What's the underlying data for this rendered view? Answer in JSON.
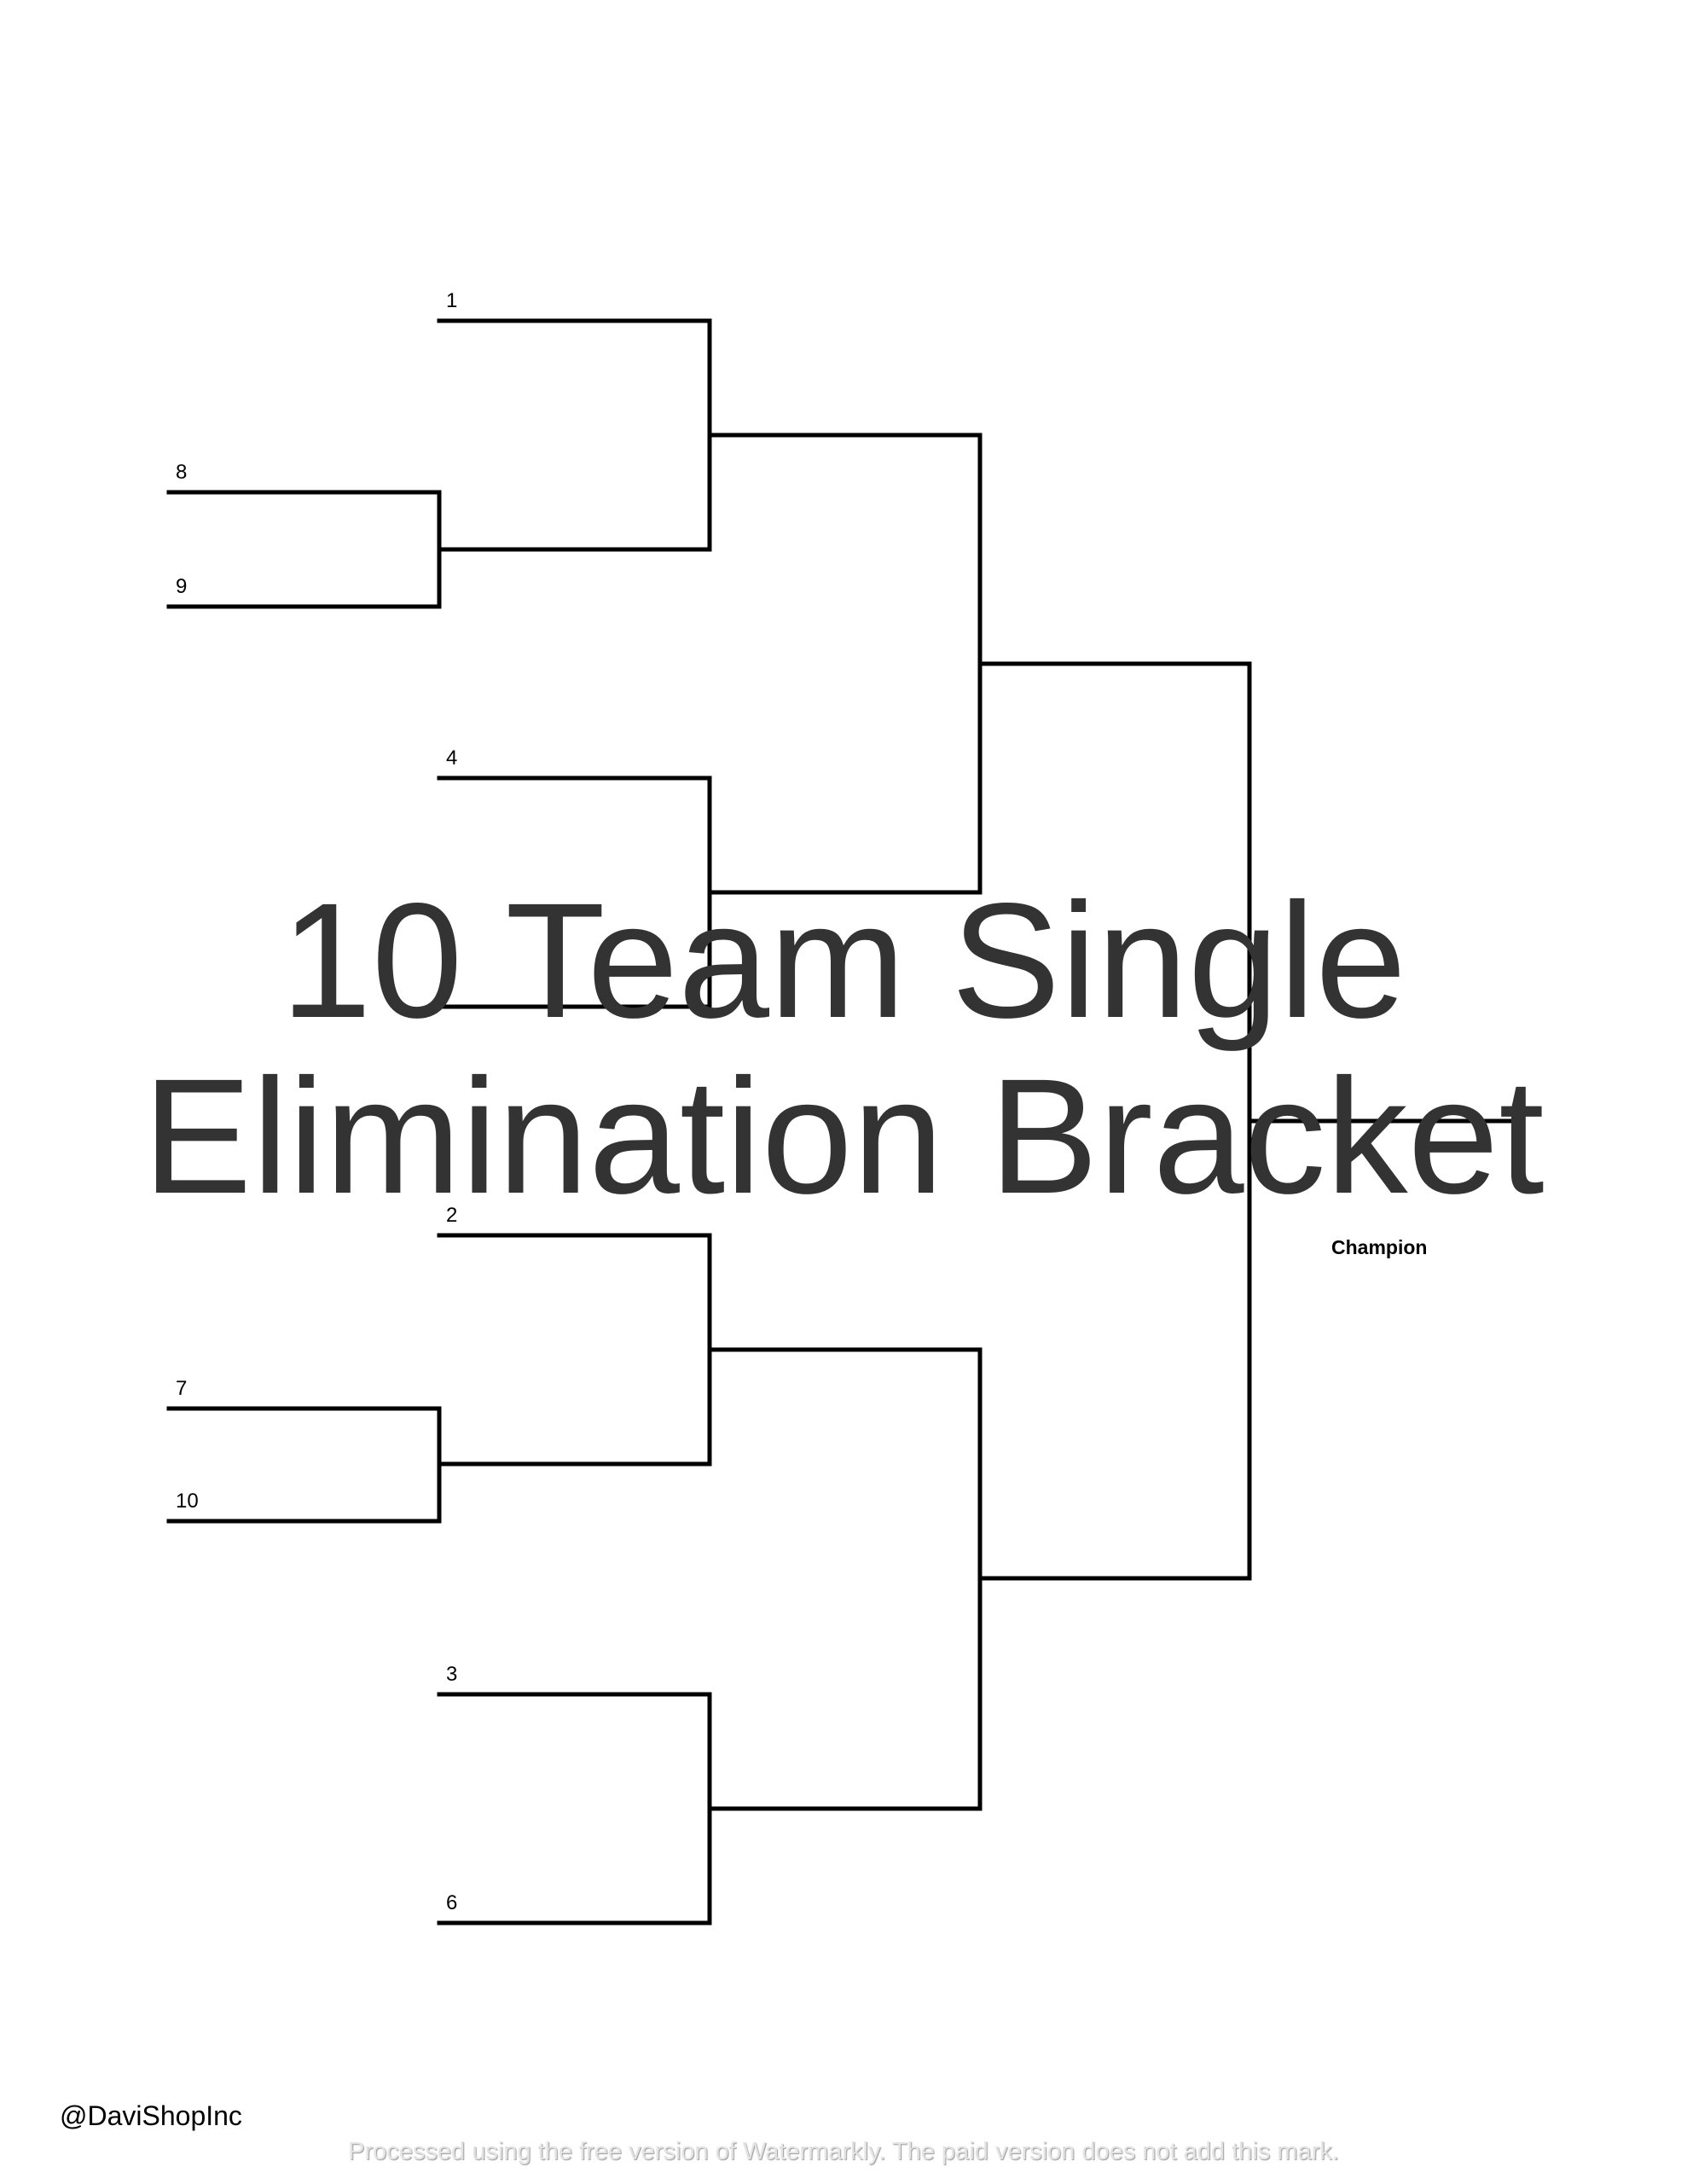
{
  "title": {
    "line1": "10 Team Single",
    "line2": "Elimination Bracket"
  },
  "teams": {
    "t1": "1",
    "t8": "8",
    "t9": "9",
    "t4": "4",
    "t2": "2",
    "t7": "7",
    "t10": "10",
    "t3": "3",
    "t6": "6"
  },
  "champion_label": "Champion",
  "footer": {
    "handle": "@DaviShopInc",
    "watermark": "Processed using the free version of Watermarkly. The paid version does not add this mark."
  },
  "colors": {
    "lines": "#000000",
    "title": "#333333"
  }
}
